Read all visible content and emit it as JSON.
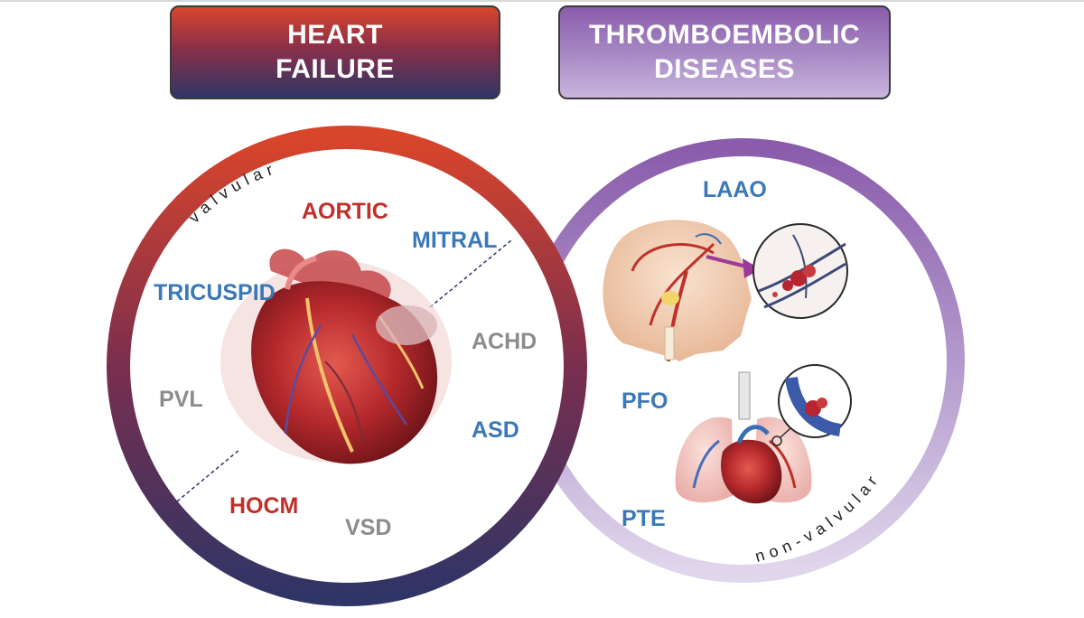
{
  "heart_failure": {
    "title_line1": "HEART",
    "title_line2": "FAILURE",
    "arc_label": "valvular",
    "labels": {
      "aortic": "AORTIC",
      "mitral": "MITRAL",
      "tricuspid": "TRICUSPID",
      "achd": "ACHD",
      "pvl": "PVL",
      "asd": "ASD",
      "hocm": "HOCM",
      "vsd": "VSD"
    }
  },
  "thromboembolic": {
    "title_line1": "THROMBOEMBOLIC",
    "title_line2": "DISEASES",
    "arc_label": "non-valvular",
    "labels": {
      "laao": "LAAO",
      "pfo": "PFO",
      "pte": "PTE"
    }
  },
  "colors": {
    "red": "#c0302a",
    "blue": "#3b78b8",
    "gray": "#8c8c8c",
    "navy": "#2f3566",
    "purple": "#8a5cab",
    "lavender": "#d8cbe6"
  },
  "icons": [
    "heart-illustration",
    "brain-stroke-illustration",
    "clot-magnified-icon",
    "lungs-heart-illustration",
    "vein-clot-magnified-icon"
  ]
}
